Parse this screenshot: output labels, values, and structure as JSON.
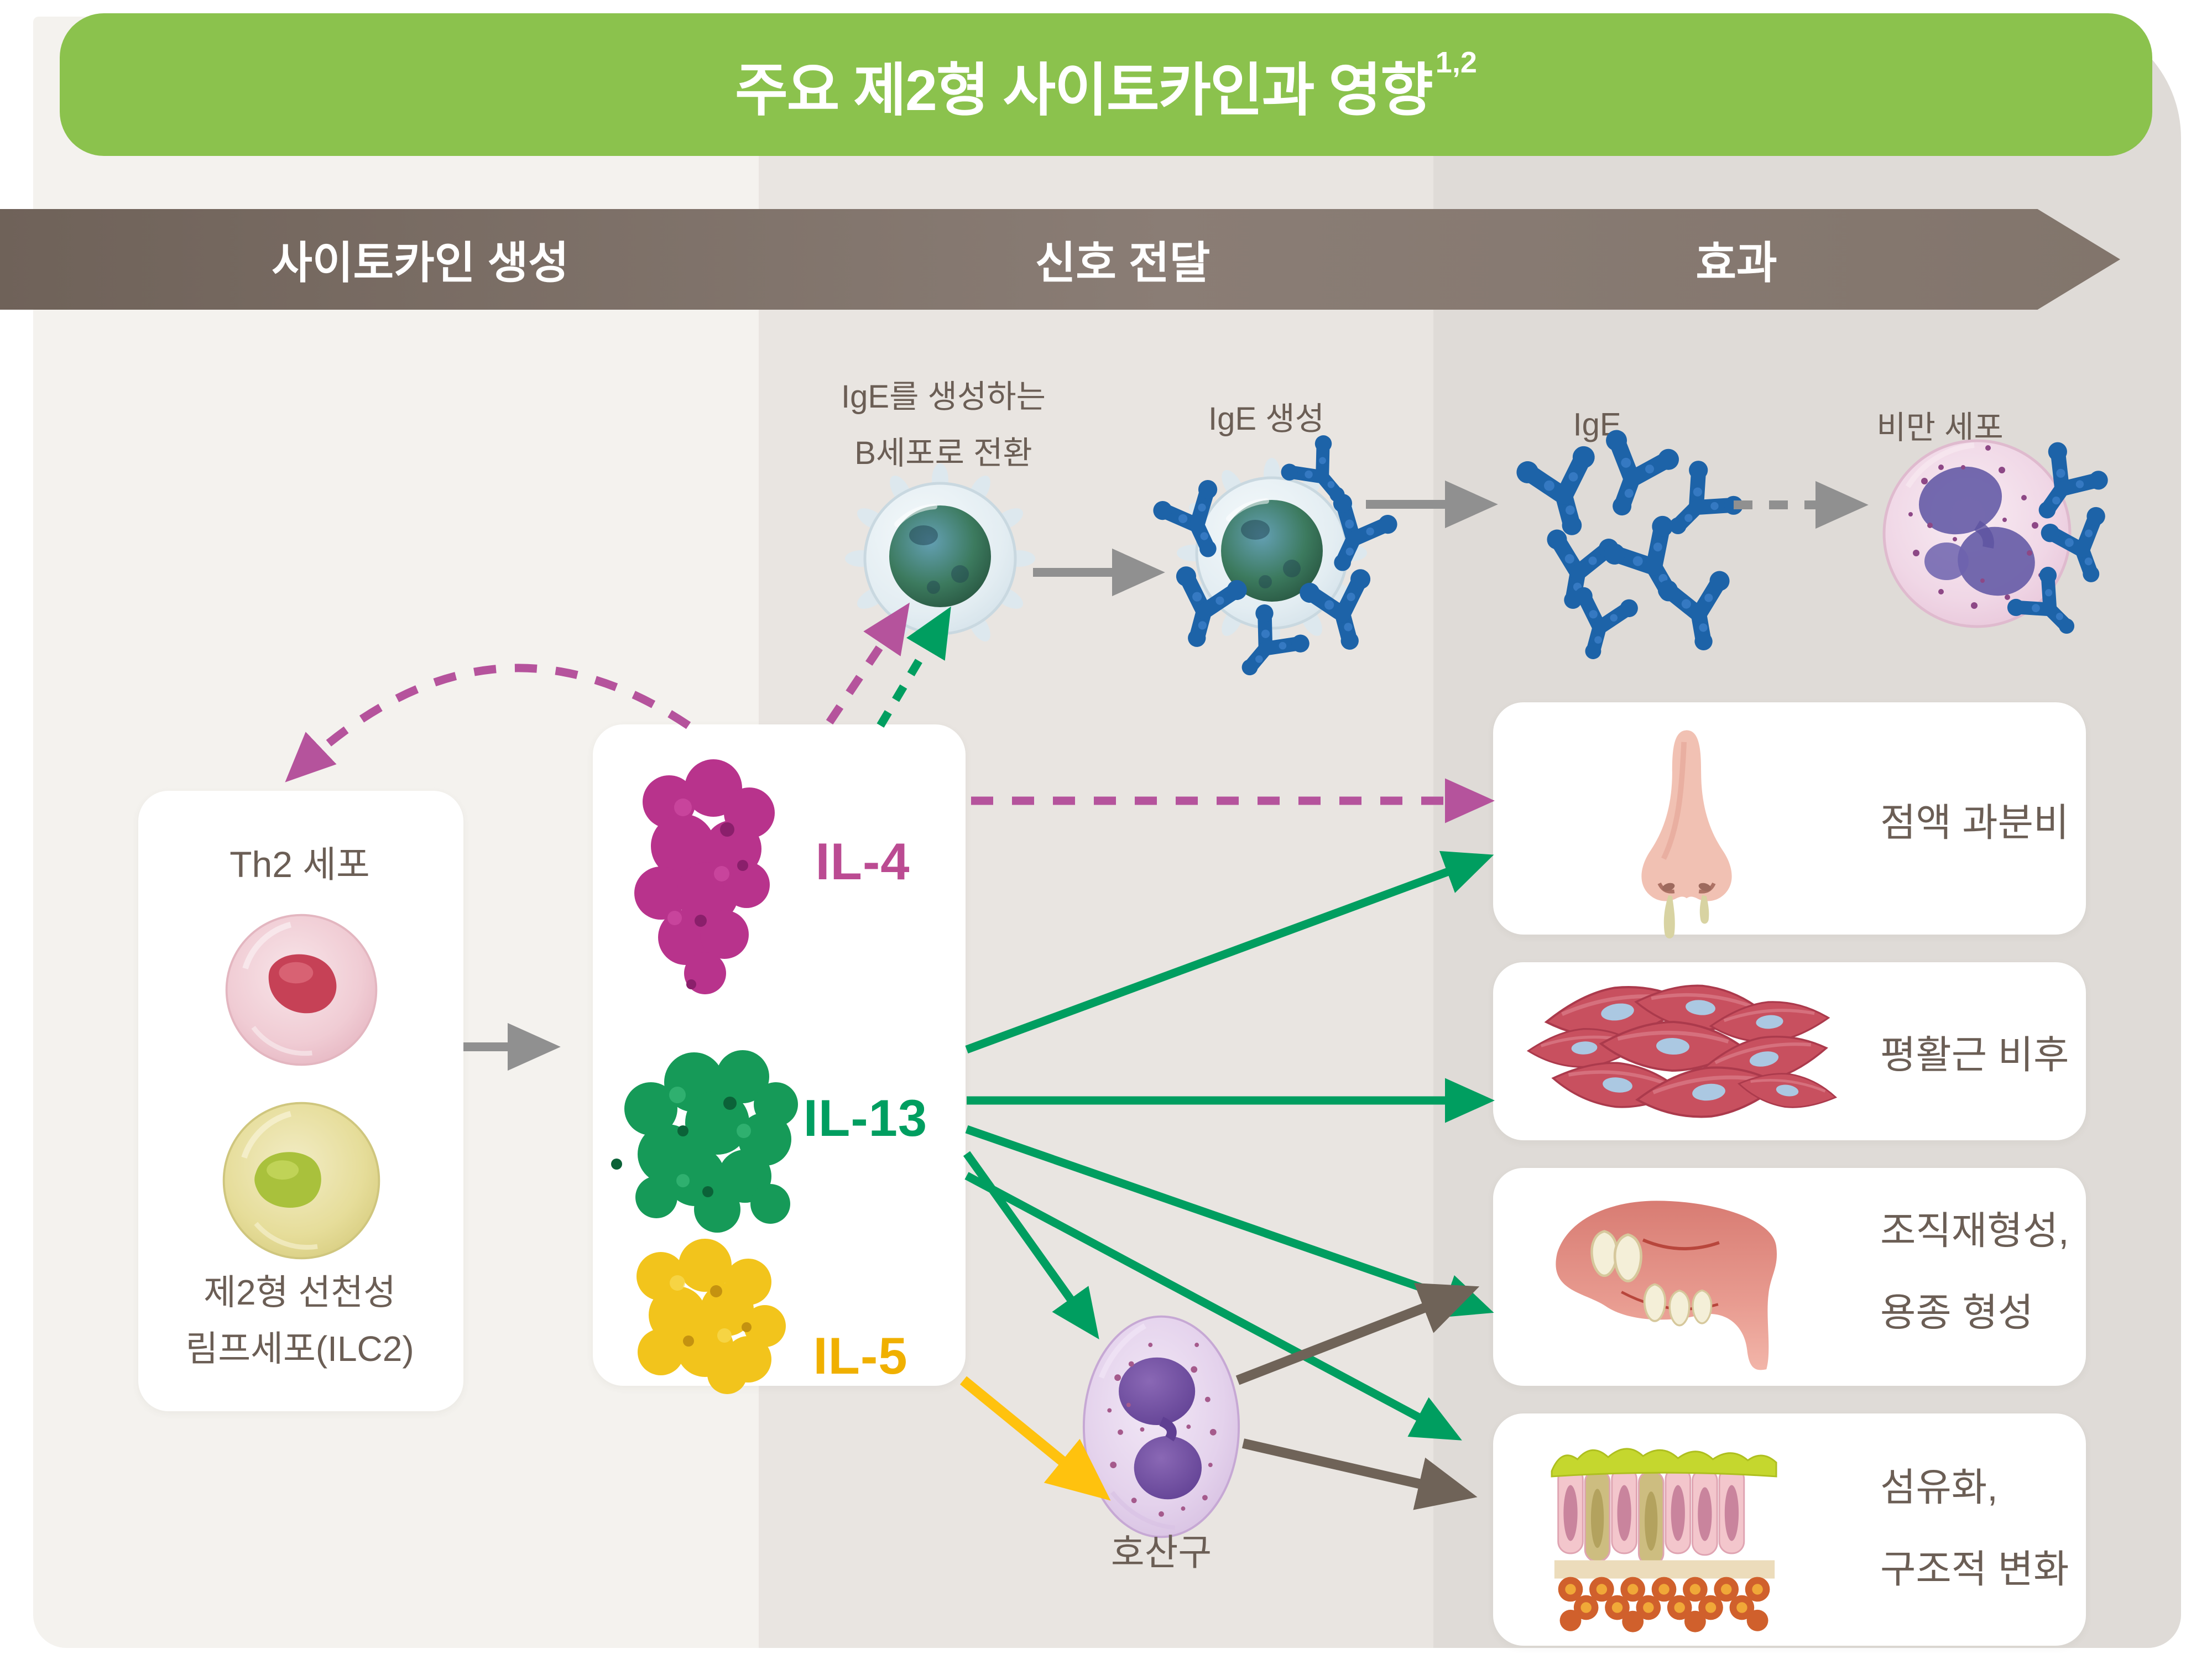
{
  "title": {
    "text": "주요 제2형 사이토카인과 영향",
    "superscript": "1,2"
  },
  "stages": {
    "production": "사이토카인 생성",
    "signaling": "신호 전달",
    "effects": "효과"
  },
  "producer_box": {
    "top_label": "Th2 세포",
    "bottom_label_line1": "제2형 선천성",
    "bottom_label_line2": "림프세포(ILC2)"
  },
  "cytokines": {
    "il4": "IL-4",
    "il13": "IL-13",
    "il5": "IL-5"
  },
  "signaling_row": {
    "b_cell_line1": "IgE를 생성하는",
    "b_cell_line2": "B세포로 전환",
    "ige_production": "IgE 생성",
    "ige": "IgE",
    "mast_cell": "비만 세포"
  },
  "eosinophil_label": "호산구",
  "effect_boxes": [
    {
      "label": "점액 과분비",
      "icon": "nose-icon"
    },
    {
      "label": "평활근 비후",
      "icon": "smooth-muscle-icon"
    },
    {
      "label_line1": "조직재형성,",
      "label_line2": "용종 형성",
      "icon": "sinus-polyp-icon"
    },
    {
      "label_line1": "섬유화,",
      "label_line2": "구조적 변화",
      "icon": "tissue-fibrosis-icon"
    }
  ],
  "colors": {
    "header_green": "#8bc24d",
    "banner_brown": "#7c6f66",
    "il4_magenta": "#bb4b92",
    "il13_green": "#009e60",
    "il5_yellow": "#f0b000",
    "arrow_gray": "#909090",
    "arrow_brown": "#6f6358",
    "text_brown": "#6b5e55",
    "col_production_bg": "#f4f2ee",
    "col_signaling_bg": "#e9e5e1",
    "col_effects_bg": "#dfdbd7"
  },
  "flows": [
    {
      "from": "Th2 세포 / 제2형 선천성 림프세포(ILC2)",
      "to": "사이토카인(IL-4, IL-13, IL-5)",
      "style": "solid",
      "color": "gray"
    },
    {
      "from": "IL-4",
      "to": "Th2 세포 / ILC2",
      "style": "dashed",
      "color": "magenta"
    },
    {
      "from": "IL-4",
      "to": "IgE를 생성하는 B세포로 전환",
      "style": "dashed",
      "color": "magenta"
    },
    {
      "from": "IL-13",
      "to": "IgE를 생성하는 B세포로 전환",
      "style": "dashed",
      "color": "green"
    },
    {
      "from": "IL-4",
      "to": "점액 과분비",
      "style": "dashed",
      "color": "magenta"
    },
    {
      "from": "IL-13",
      "to": "점액 과분비",
      "style": "solid",
      "color": "green"
    },
    {
      "from": "IL-13",
      "to": "평활근 비후",
      "style": "solid",
      "color": "green"
    },
    {
      "from": "IL-13",
      "to": "조직재형성, 용종 형성",
      "style": "solid",
      "color": "green"
    },
    {
      "from": "IL-13",
      "to": "호산구",
      "style": "solid",
      "color": "green"
    },
    {
      "from": "IL-13",
      "to": "섬유화, 구조적 변화",
      "style": "solid",
      "color": "green"
    },
    {
      "from": "IL-5",
      "to": "호산구",
      "style": "solid",
      "color": "yellow"
    },
    {
      "from": "B세포",
      "to": "IgE 생성",
      "style": "solid",
      "color": "gray"
    },
    {
      "from": "IgE 생성",
      "to": "IgE",
      "style": "solid",
      "color": "gray"
    },
    {
      "from": "IgE",
      "to": "비만 세포",
      "style": "dashed",
      "color": "gray"
    },
    {
      "from": "호산구",
      "to": "조직재형성, 용종 형성",
      "style": "solid",
      "color": "brown"
    },
    {
      "from": "호산구",
      "to": "섬유화, 구조적 변화",
      "style": "solid",
      "color": "brown"
    }
  ]
}
